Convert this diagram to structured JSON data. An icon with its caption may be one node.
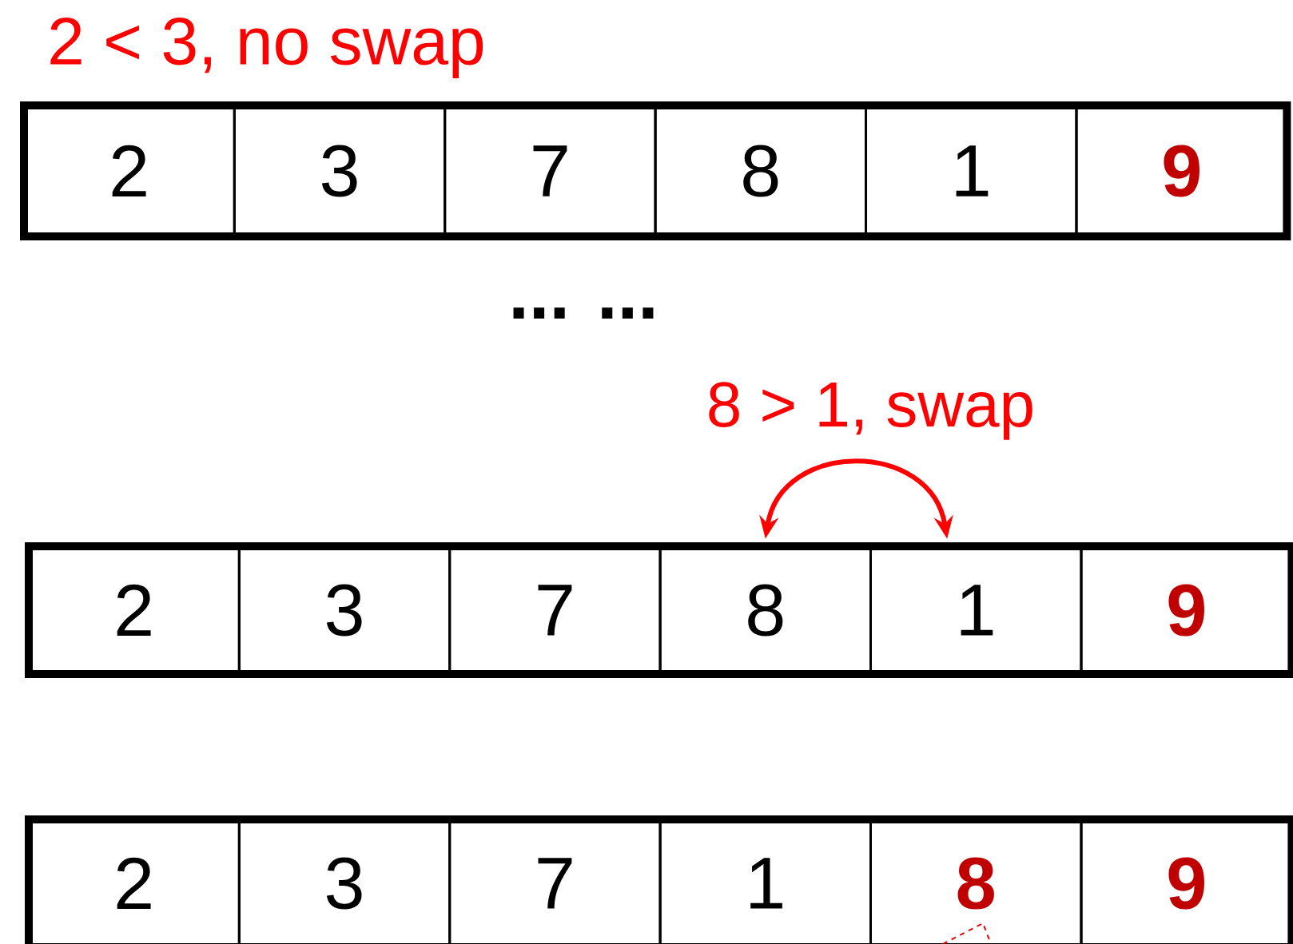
{
  "diagram": {
    "nodes": [
      {
        "text": [
          "2"
        ]
      },
      {
        "text": [
          "3"
        ]
      },
      {
        "text": [
          "7"
        ]
      },
      {
        "text": [
          "8"
        ]
      },
      {
        "text": [
          "1"
        ]
      },
      {
        "text": [
          "9"
        ]
      },
      {
        "text": [
          "2"
        ]
      },
      {
        "text": [
          "3"
        ]
      },
      {
        "text": [
          "7"
        ]
      },
      {
        "text": [
          "8"
        ]
      },
      {
        "text": [
          "1"
        ]
      },
      {
        "text": [
          "9"
        ]
      },
      {
        "text": [
          "2"
        ]
      },
      {
        "text": [
          "3"
        ]
      },
      {
        "text": [
          "7"
        ]
      },
      {
        "text": [
          "1"
        ]
      },
      {
        "text": [
          "8"
        ]
      },
      {
        "text": [
          "9"
        ]
      }
    ],
    "edges": [
      {
        "from": 9,
        "to": 10,
        "arrow": "both",
        "label": "8 > 1, swap",
        "color": "#ff0000"
      }
    ],
    "labels": [
      "2 < 3, no swap",
      "... ..."
    ]
  }
}
